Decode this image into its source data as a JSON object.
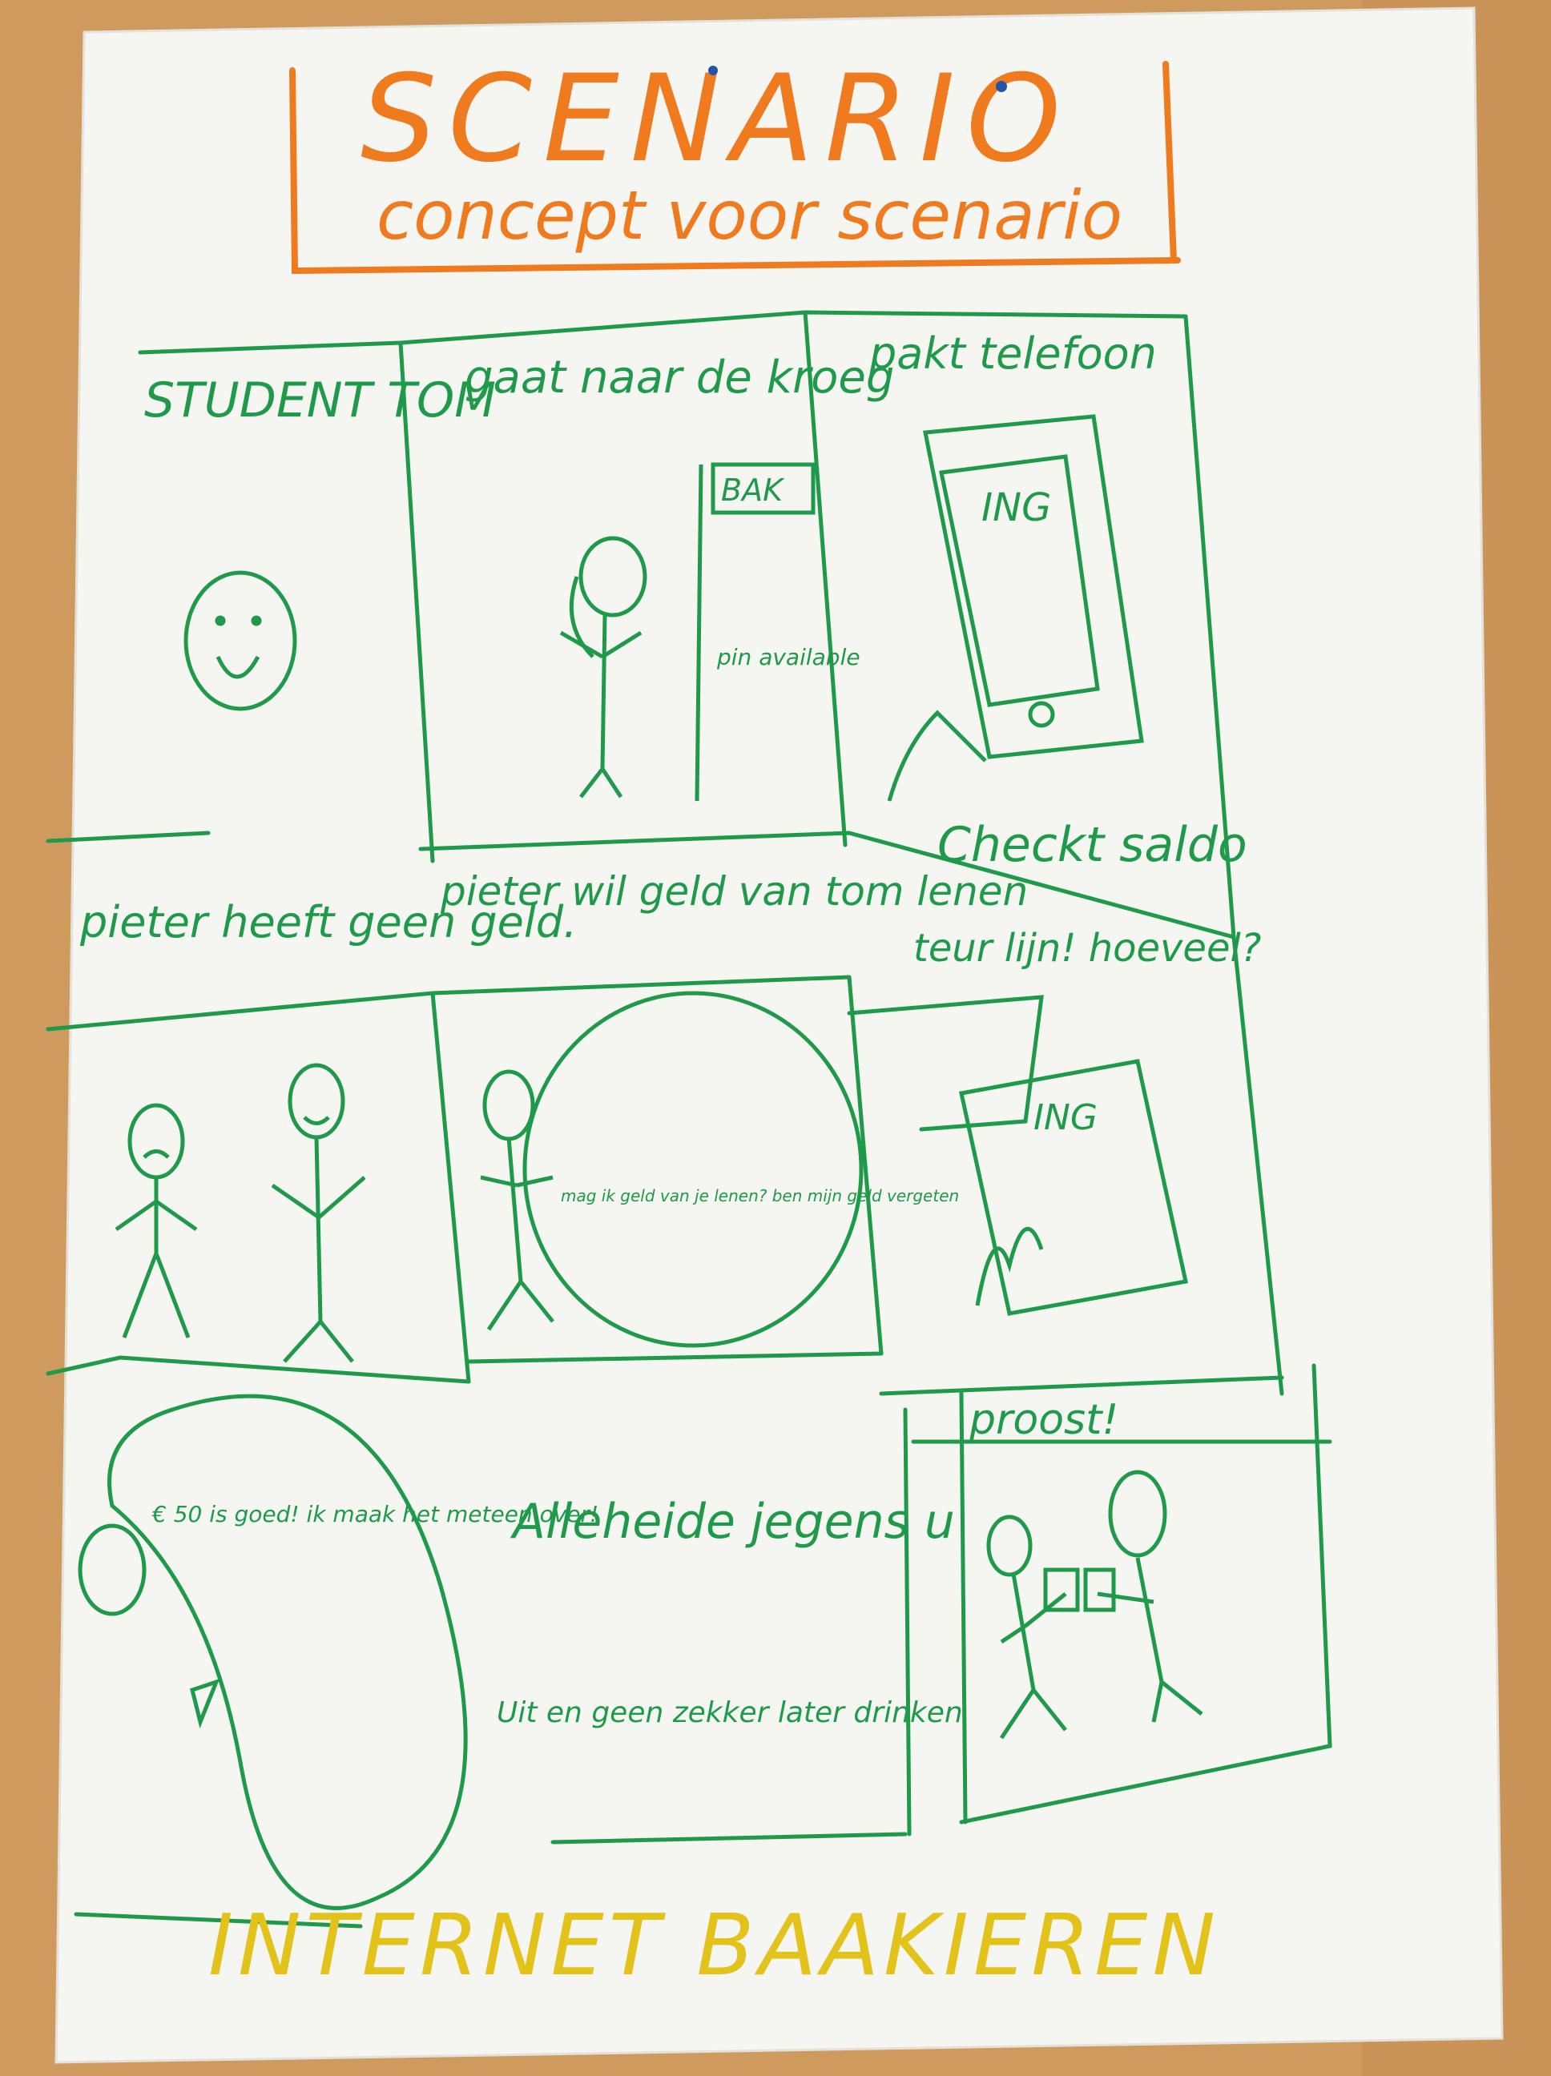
{
  "colors": {
    "desk": "#cf9a5e",
    "paper": "#f6f6f2",
    "orange_marker": "#f07a1e",
    "green_marker": "#1f9a4a",
    "yellow_marker": "#e3c21a"
  },
  "header": {
    "title": "SCENARIO",
    "subtitle": "concept voor scenario"
  },
  "panels": {
    "p1": {
      "caption": "STUDENT TOM"
    },
    "p2": {
      "caption": "gaat naar de kroeg",
      "sign": "BAK",
      "sign_note": "pin available"
    },
    "p3": {
      "caption": "pakt telefoon",
      "phone_brand": "ING",
      "bottom": "Checkt saldo"
    },
    "p4": {
      "caption": "pieter heeft geen geld."
    },
    "p5": {
      "caption": "pieter wil geld van tom lenen",
      "bubble": "mag ik geld van je lenen? ben mijn geld vergeten"
    },
    "p6": {
      "caption": "teur lijn! hoeveel?",
      "phone_brand": "ING"
    },
    "p7": {
      "bubble": "€ 50 is goed! ik maak het meteen over!"
    },
    "p8": {
      "text1": "Alleheide jegens u",
      "text2": "Uit en geen zekker later drinken"
    },
    "p9": {
      "caption": "proost!"
    }
  },
  "footer": {
    "label": "INTERNET BAAKIEREN"
  }
}
